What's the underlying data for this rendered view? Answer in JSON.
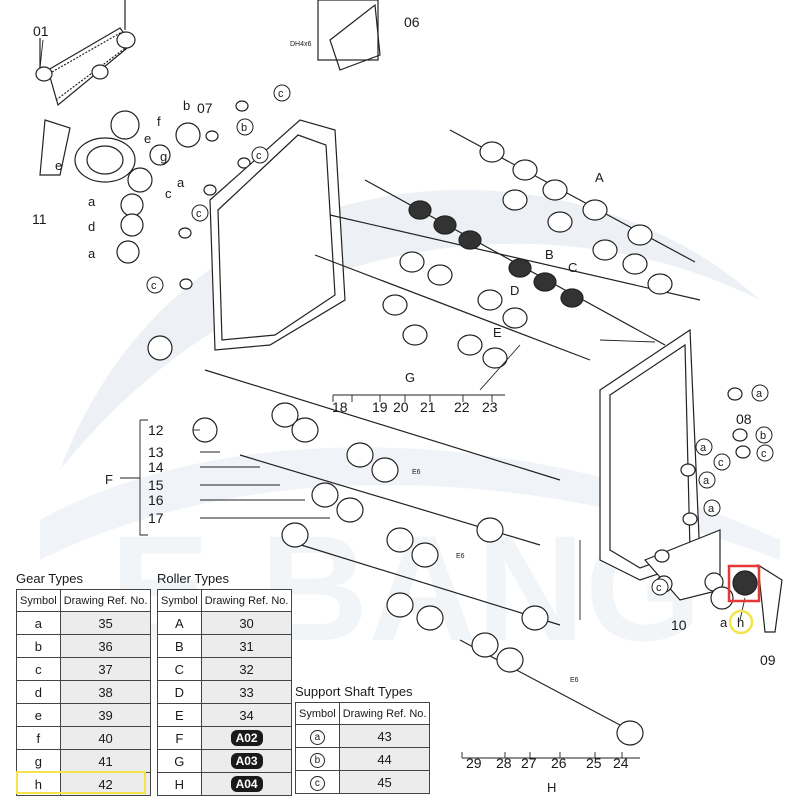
{
  "watermark": "E-BANG",
  "callouts": {
    "numbers": [
      "01",
      "06",
      "07",
      "08",
      "09",
      "10",
      "11",
      "12",
      "13",
      "14",
      "15",
      "16",
      "17",
      "18",
      "19",
      "20",
      "21",
      "22",
      "23",
      "24",
      "25",
      "26",
      "27",
      "28",
      "29"
    ],
    "letters_rollers": [
      "A",
      "B",
      "C",
      "D",
      "E"
    ],
    "group_labels": [
      "F",
      "G",
      "H"
    ],
    "gear_letters": [
      "a",
      "b",
      "c",
      "d",
      "e",
      "f",
      "g",
      "h"
    ],
    "screw_label": "DH4x6",
    "e_ring_label": "E6"
  },
  "gear_types": {
    "title": "Gear Types",
    "headers": [
      "Symbol",
      "Drawing Ref. No."
    ],
    "rows": [
      {
        "symbol": "a",
        "ref": "35"
      },
      {
        "symbol": "b",
        "ref": "36"
      },
      {
        "symbol": "c",
        "ref": "37"
      },
      {
        "symbol": "d",
        "ref": "38"
      },
      {
        "symbol": "e",
        "ref": "39"
      },
      {
        "symbol": "f",
        "ref": "40"
      },
      {
        "symbol": "g",
        "ref": "41"
      },
      {
        "symbol": "h",
        "ref": "42"
      }
    ]
  },
  "roller_types": {
    "title": "Roller Types",
    "headers": [
      "Symbol",
      "Drawing Ref. No."
    ],
    "rows": [
      {
        "symbol": "A",
        "ref": "30"
      },
      {
        "symbol": "B",
        "ref": "31"
      },
      {
        "symbol": "C",
        "ref": "32"
      },
      {
        "symbol": "D",
        "ref": "33"
      },
      {
        "symbol": "E",
        "ref": "34"
      },
      {
        "symbol": "F",
        "ref": "A02"
      },
      {
        "symbol": "G",
        "ref": "A03"
      },
      {
        "symbol": "H",
        "ref": "A04"
      }
    ]
  },
  "shaft_types": {
    "title": "Support Shaft Types",
    "headers": [
      "Symbol",
      "Drawing Ref. No."
    ],
    "rows": [
      {
        "symbol": "a",
        "ref": "43"
      },
      {
        "symbol": "b",
        "ref": "44"
      },
      {
        "symbol": "c",
        "ref": "45"
      }
    ]
  },
  "colors": {
    "highlight_box": "#e53935",
    "highlight_circle": "#f4e34a",
    "table_value_bg": "#ececec",
    "watermark": "#dfe6ee"
  }
}
